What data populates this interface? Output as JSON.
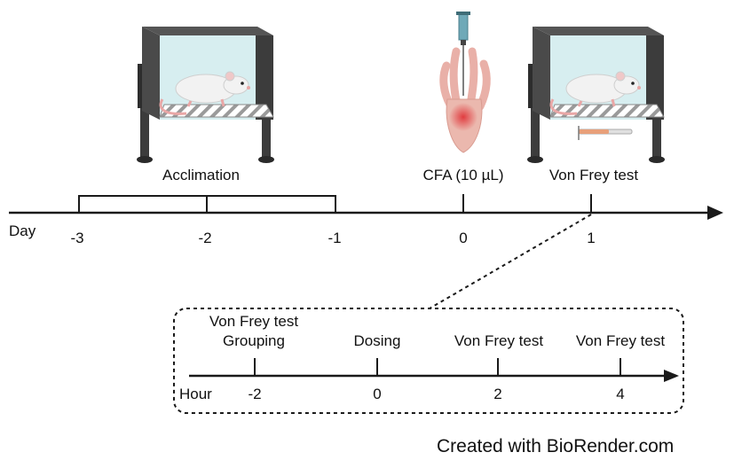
{
  "main_timeline": {
    "unit_label": "Day",
    "ticks": [
      "-3",
      "-2",
      "-1",
      "0",
      "1"
    ],
    "events": {
      "acclimation": "Acclimation",
      "cfa": "CFA (10 µL)",
      "von_frey": "Von Frey test"
    }
  },
  "detail_timeline": {
    "unit_label": "Hour",
    "ticks": [
      "-2",
      "0",
      "2",
      "4"
    ],
    "events": {
      "grouping_line1": "Von Frey test",
      "grouping_line2": "Grouping",
      "dosing": "Dosing",
      "vf_2h": "Von Frey test",
      "vf_4h": "Von Frey test"
    }
  },
  "credit": "Created with BioRender.com",
  "colors": {
    "line": "#1a1a1a",
    "chamber_dark": "#3c3c3c",
    "chamber_glass": "#d7eef0",
    "mouse": "#f2f2f2",
    "tail_pink": "#e9a7a6",
    "inflammation": "#e0363a",
    "syringe": "#6fa9b8"
  }
}
